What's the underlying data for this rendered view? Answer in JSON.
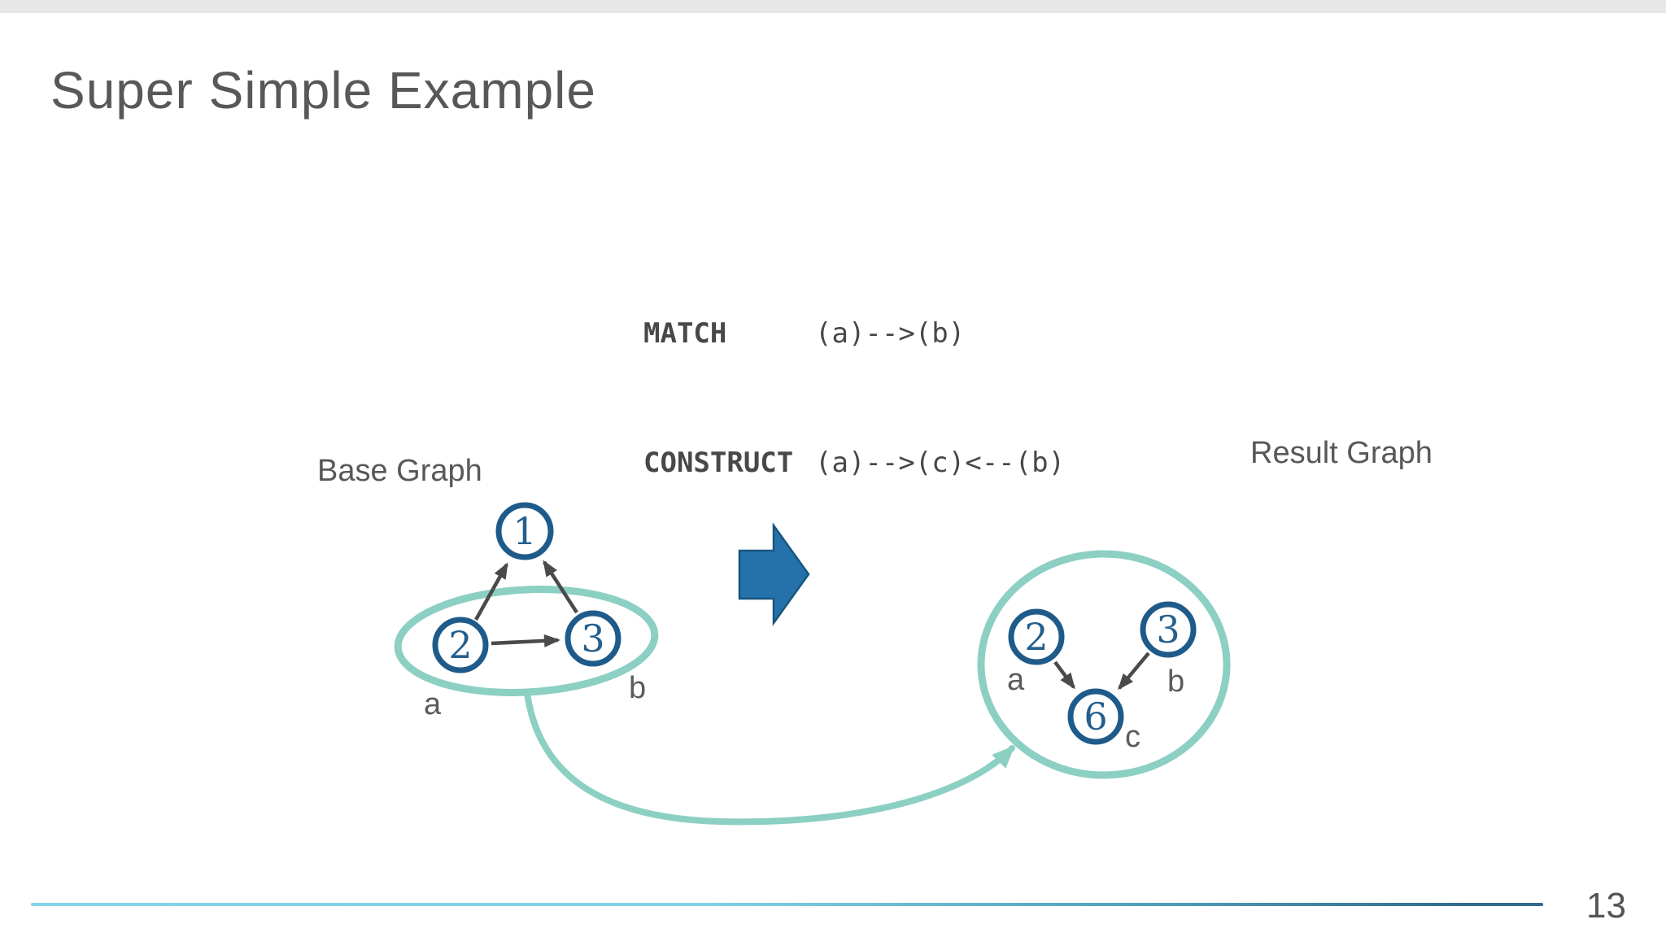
{
  "slide": {
    "title": "Super Simple Example",
    "page_number": "13"
  },
  "code": {
    "lines": [
      {
        "keyword": "MATCH",
        "pattern": "(a)-->(b)"
      },
      {
        "keyword": "CONSTRUCT",
        "pattern": "(a)-->(c)<--(b)"
      }
    ]
  },
  "base_graph": {
    "label": "Base Graph",
    "nodes": {
      "n1": "1",
      "n2": "2",
      "n3": "3"
    },
    "edge_labels": {
      "a": "a",
      "b": "b"
    }
  },
  "result_graph": {
    "label": "Result Graph",
    "nodes": {
      "n2": "2",
      "n3": "3",
      "n6": "6"
    },
    "edge_labels": {
      "a": "a",
      "b": "b",
      "c": "c"
    }
  },
  "colors": {
    "accent_teal": "#8ccfc3",
    "node_border_blue": "#1e5b8a",
    "node_text_blue": "#245f8e",
    "edge_gray": "#4a4a4a",
    "block_arrow_blue": "#2471ac",
    "block_arrow_border": "#17567e",
    "footer_gradient_left": "#82d4e8",
    "footer_gradient_right": "#2f6b8d",
    "top_bar_gray": "#e7e7e7"
  }
}
